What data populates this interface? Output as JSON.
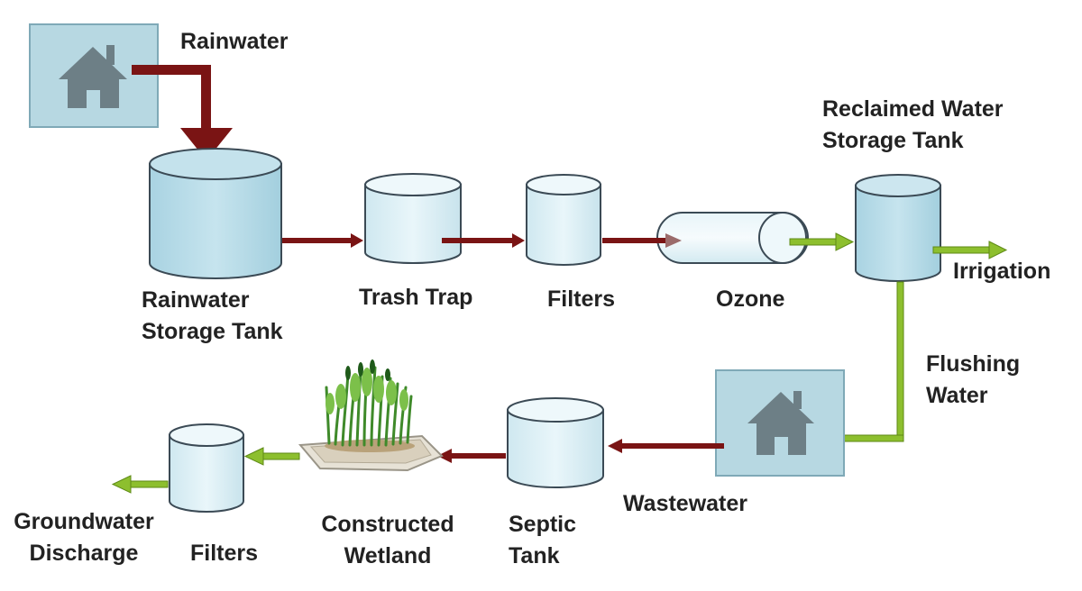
{
  "labels": {
    "rainwater": "Rainwater",
    "rainwater_storage_tank": [
      "Rainwater",
      "Storage Tank"
    ],
    "trash_trap": "Trash Trap",
    "filters_top": "Filters",
    "ozone": "Ozone",
    "reclaimed_water_storage_tank": [
      "Reclaimed Water",
      "Storage Tank"
    ],
    "irrigation": "Irrigation",
    "flushing_water": [
      "Flushing",
      "Water"
    ],
    "wastewater": "Wastewater",
    "septic_tank": [
      "Septic",
      "Tank"
    ],
    "constructed_wetland": [
      "Constructed",
      "Wetland"
    ],
    "filters_bottom": "Filters",
    "groundwater_discharge": [
      "Groundwater",
      "Discharge"
    ]
  },
  "colors": {
    "rainwater_flow": "#7a1414",
    "reclaimed_flow": "#8dbf2e",
    "tank_fill": "#dff1f6",
    "tank_top": "#eef8fb",
    "tank_stroke": "#3b4a55",
    "house_panel": "#b7d8e2",
    "house": "#6d7f86"
  },
  "icons": [
    "house-icon",
    "wetland-plants-icon"
  ]
}
